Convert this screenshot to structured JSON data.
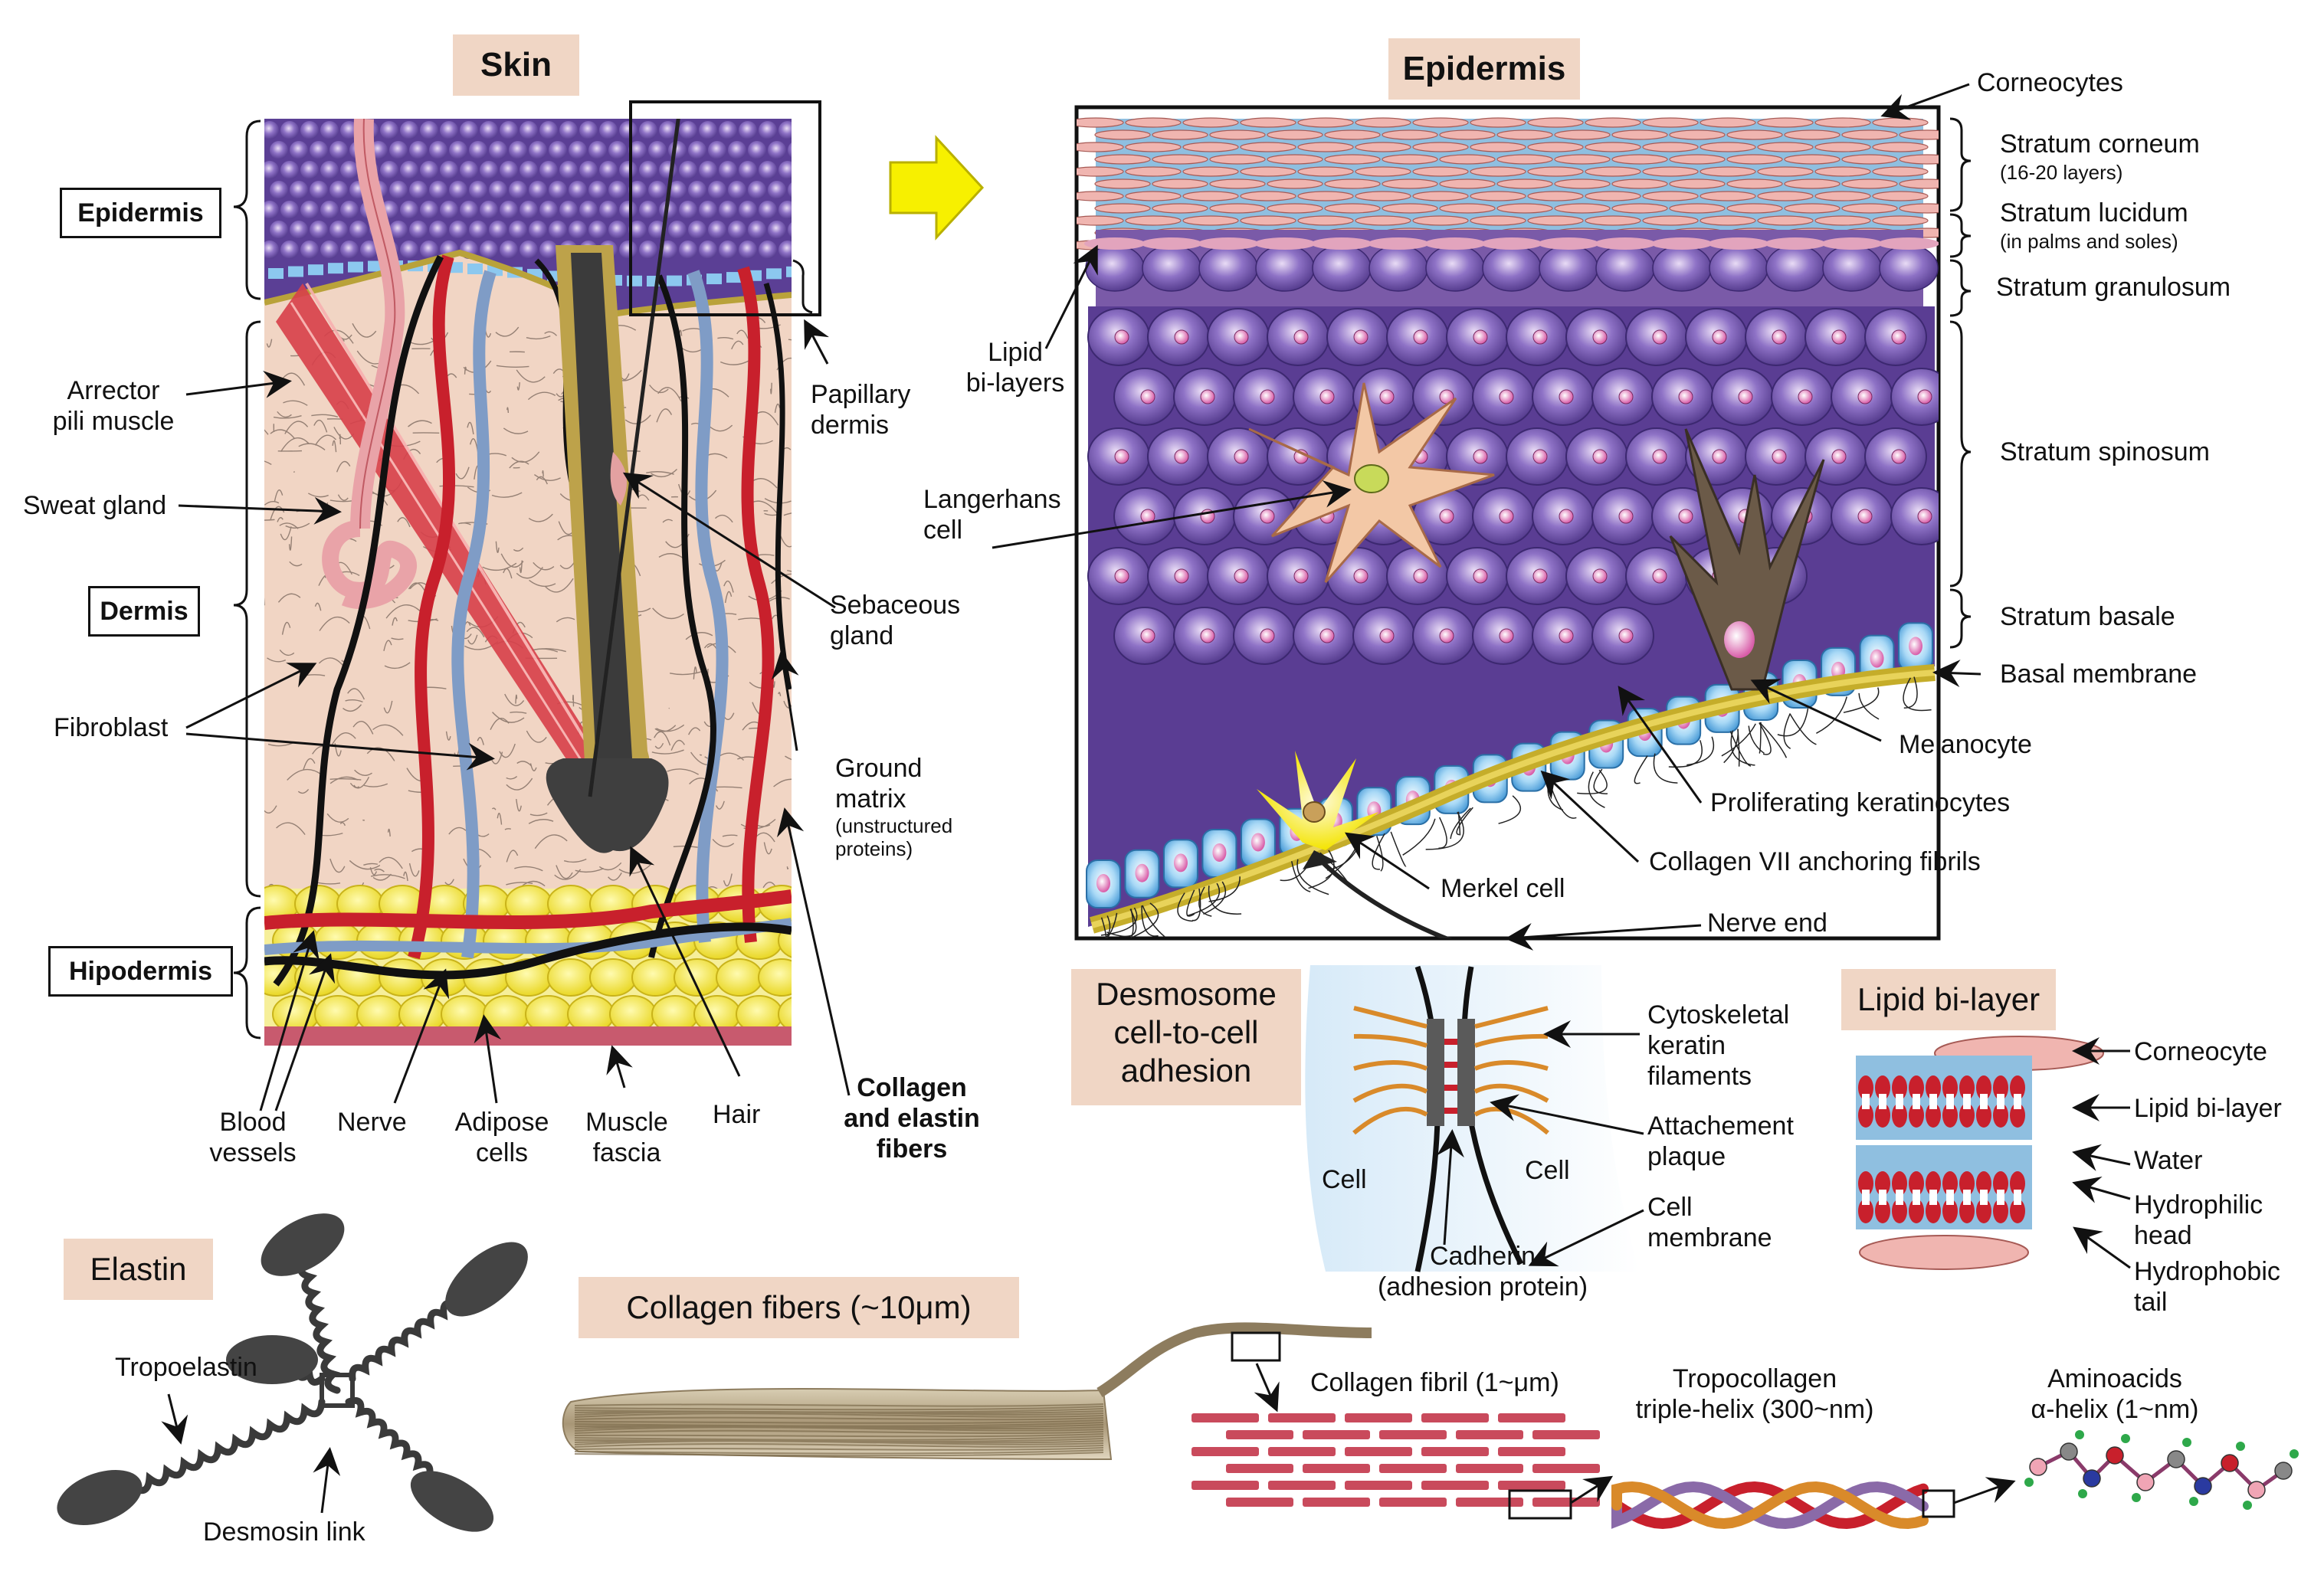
{
  "skin_panel": {
    "title": "Skin",
    "layer_boxes": {
      "epidermis": "Epidermis",
      "dermis": "Dermis",
      "hipodermis": "Hipodermis"
    },
    "labels": {
      "arrector": [
        "Arrector",
        "pili muscle"
      ],
      "sweat_gland": "Sweat gland",
      "fibroblast": "Fibroblast",
      "papillary": [
        "Papillary",
        "dermis"
      ],
      "sebaceous": [
        "Sebaceous",
        "gland"
      ],
      "ground": [
        "Ground",
        "matrix"
      ],
      "ground_note": [
        "(unstructured",
        "proteins)"
      ],
      "blood": [
        "Blood",
        "vessels"
      ],
      "nerve": "Nerve",
      "adipose": [
        "Adipose",
        "cells"
      ],
      "fascia": [
        "Muscle",
        "fascia"
      ],
      "hair": "Hair",
      "collagen_elastin": [
        "Collagen",
        "and elastin",
        "fibers"
      ]
    }
  },
  "epidermis_panel": {
    "title": "Epidermis",
    "layers": {
      "corneum": "Stratum corneum",
      "corneum_note": "(16-20 layers)",
      "lucidum": "Stratum lucidum",
      "lucidum_note": "(in palms and soles)",
      "granulosum": "Stratum granulosum",
      "spinosum": "Stratum spinosum",
      "basale": "Stratum basale",
      "basal_membrane": "Basal membrane"
    },
    "labels": {
      "corneocytes": "Corneocytes",
      "lipid": [
        "Lipid",
        "bi-layers"
      ],
      "langerhans": [
        "Langerhans",
        "cell"
      ],
      "melanocyte": "Melanocyte",
      "proliferating": "Proliferating keratinocytes",
      "collagen_vii": "Collagen VII anchoring fibrils",
      "merkel": "Merkel cell",
      "nerve_end": "Nerve end"
    }
  },
  "desmosome_panel": {
    "title": [
      "Desmosome",
      "cell-to-cell",
      "adhesion"
    ],
    "labels": {
      "cytoskeletal": [
        "Cytoskeletal",
        "keratin",
        "filaments"
      ],
      "attachement": [
        "Attachement",
        "plaque"
      ],
      "membrane": [
        "Cell",
        "membrane"
      ],
      "cell": "Cell",
      "cadherin": [
        "Cadherin",
        "(adhesion protein)"
      ]
    }
  },
  "lipid_panel": {
    "title": "Lipid bi-layer",
    "labels": {
      "corneocyte": "Corneocyte",
      "bilayer": "Lipid bi-layer",
      "water": "Water",
      "hydrophilic": [
        "Hydrophilic",
        "head"
      ],
      "hydrophobic": [
        "Hydrophobic",
        "tail"
      ]
    }
  },
  "elastin_panel": {
    "title": "Elastin",
    "labels": {
      "tropoelastin": "Tropoelastin",
      "desmosin": "Desmosin link"
    }
  },
  "collagen_panel": {
    "title": "Collagen fibers (~10μm)",
    "labels": {
      "fibril": "Collagen fibril (1~μm)",
      "tropocollagen": [
        "Tropocollagen",
        "triple-helix (300~nm)"
      ],
      "aminoacids": [
        "Aminoacids",
        "α-helix (1~nm)"
      ]
    }
  },
  "colors": {
    "tag_fill": "#f0d6c5",
    "dermis": "#f1d5c4",
    "epidermis_cells": "#6a4ea3",
    "basal_cells": "#7fc2ee",
    "artery": "#c8202c",
    "vein": "#7f9cc6",
    "fat": "#f3ea3a",
    "arrow": "#f7f000"
  }
}
